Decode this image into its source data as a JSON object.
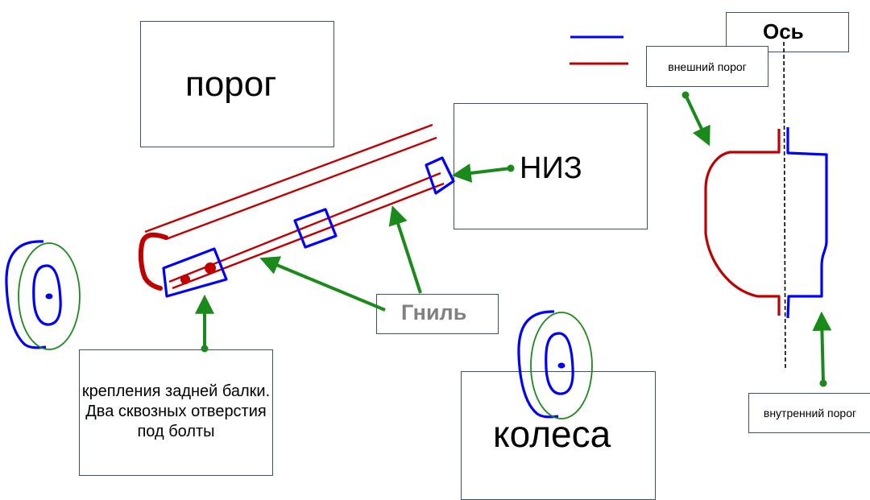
{
  "labels": {
    "porog": "порог",
    "niz": "НИЗ",
    "gnil": "Гниль",
    "krepleniya": "крепления задней балки. Два сквозных отверстия под болты",
    "kolesa": "колеса",
    "os": "Ось",
    "vneshniy": "внешний порог",
    "vnutrenniy": "внутренний порог"
  },
  "colors": {
    "outer_sill": "#c00000",
    "inner_sill": "#0000ff",
    "arrow": "#1a8a1a",
    "wheel_outer": "#1a8a1a",
    "frame": "#3b4f6b"
  }
}
